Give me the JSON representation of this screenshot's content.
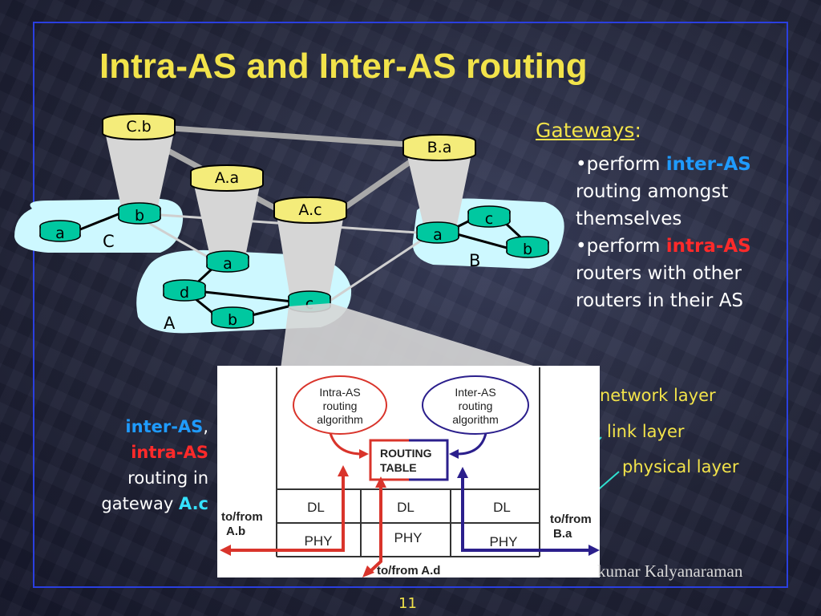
{
  "title": "Intra-AS and Inter-AS routing",
  "gateways": {
    "heading": "Gateways",
    "colon": ":",
    "bullets": [
      {
        "prefix": "•perform ",
        "highlight": "inter-AS",
        "rest": " routing amongst themselves"
      },
      {
        "prefix": "•perform ",
        "highlight": "intra-AS",
        "rest": " routers with other routers in their AS"
      }
    ]
  },
  "side_note": {
    "inter": "inter-AS",
    "comma": ",",
    "intra": "intra-AS",
    "line3": "routing in",
    "line4_prefix": "gateway ",
    "line4_highlight": "A.c"
  },
  "layers": {
    "network": "network layer",
    "link": "link layer",
    "physical": "physical layer"
  },
  "credit": "kumar Kalyanaraman",
  "page_number": "11",
  "network": {
    "as_labels": {
      "a": "A",
      "b": "B",
      "c": "C"
    },
    "gateways": {
      "cb": "C.b",
      "ba": "B.a",
      "aa": "A.a",
      "ac": "A.c"
    },
    "routers": {
      "c_a": "a",
      "c_b": "b",
      "a_a": "a",
      "a_d": "d",
      "a_b": "b",
      "a_c": "c",
      "b_a": "a",
      "b_c": "c",
      "b_b": "b"
    }
  },
  "gateway_internals": {
    "intra_algo": [
      "Intra-AS",
      "routing",
      "algorithm"
    ],
    "inter_algo": [
      "Inter-AS",
      "routing",
      "algorithm"
    ],
    "routing_table": [
      "ROUTING",
      "TABLE"
    ],
    "dl": "DL",
    "phy": "PHY",
    "to_ab": [
      "to/from",
      "A.b"
    ],
    "to_ba": [
      "to/from",
      "B.a"
    ],
    "to_ad": "to/from  A.d"
  },
  "colors": {
    "title": "#f2e34a",
    "frame": "#2a3fe0",
    "router": "#00c8a0",
    "as_cloud": "#cdf8ff",
    "gateway_cap": "#f4ec7a",
    "intra": "#d9342b",
    "inter": "#2b1f8c"
  }
}
